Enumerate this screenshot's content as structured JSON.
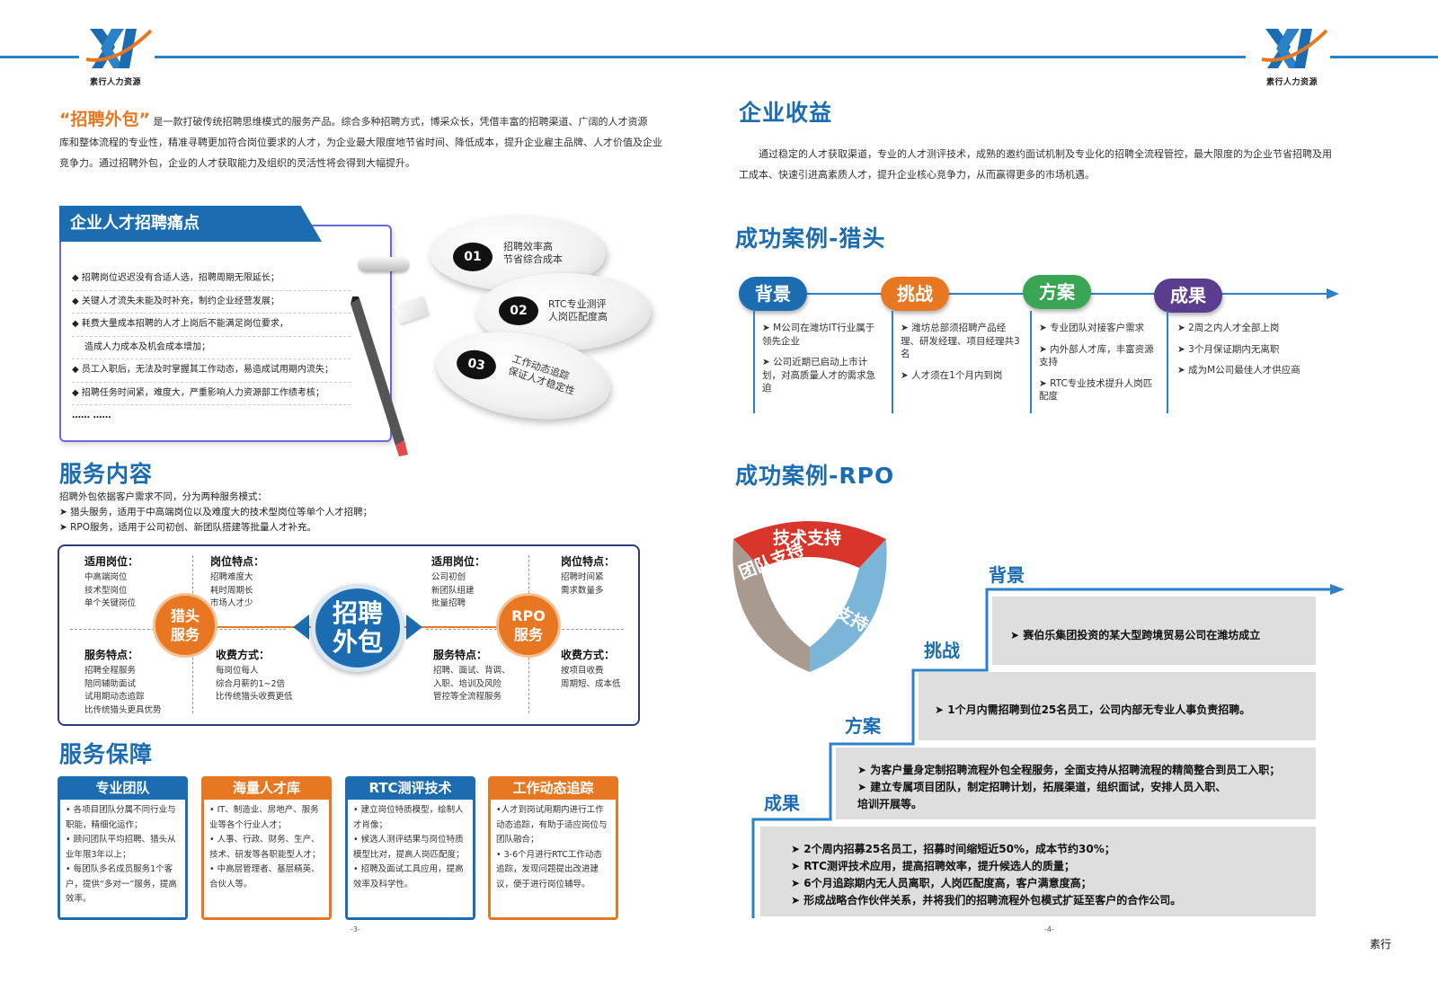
{
  "brand": {
    "name": "素行人力资源",
    "footer": "素行"
  },
  "colors": {
    "blue": "#1b6cb0",
    "orange": "#e87722",
    "green": "#3aa655",
    "purple": "#5b3d8f",
    "red": "#d9362b"
  },
  "left": {
    "intro_highlight": "“招聘外包”",
    "intro_lines": [
      "是一款打破传统招聘思维模式的服务产品。综合多种招聘方式，博采众长，凭借丰富的招聘渠道、广阔的人才资源",
      "库和整体流程的专业性，精准寻聘更加符合岗位要求的人才，为企业最大限度地节省时间、降低成本，提升企业雇主品牌、人才价值及企业",
      "竞争力。通过招聘外包，企业的人才获取能力及组织的灵活性将会得到大幅提升。"
    ],
    "pain": {
      "title": "企业人才招聘痛点",
      "items": [
        "◆ 招聘岗位迟迟没有合适人选，招聘周期无限延长；",
        "◆ 关键人才流失未能及时补充，制约企业经营发展；",
        "◆ 耗费大量成本招聘的人才上岗后不能满足岗位要求，",
        "    造成人力成本及机会成本增加；",
        "◆ 员工入职后，无法及时掌握其工作动态，易造成试用期内流失；",
        "◆ 招聘任务时间紧，难度大，严重影响人力资源部工作绩考核；",
        "…… ……"
      ]
    },
    "bubbles": [
      {
        "num": "01",
        "l1": "招聘效率高",
        "l2": "节省综合成本"
      },
      {
        "num": "02",
        "l1": "RTC专业测评",
        "l2": "人岗匹配度高"
      },
      {
        "num": "03",
        "l1": "工作动态追踪",
        "l2": "保证人才稳定性"
      }
    ],
    "service": {
      "title": "服务内容",
      "lines": [
        "招聘外包依据客户需求不同，分为两种服务模式：",
        "➤  猎头服务，适用于中高端岗位以及难度大的技术型岗位等单个人才招聘；",
        "➤  RPO服务，适用于公司初创、新团队搭建等批量人才补充。"
      ],
      "center_l1": "招聘",
      "center_l2": "外包",
      "hunter": {
        "l1": "猎头",
        "l2": "服务"
      },
      "rpo": {
        "l1": "RPO",
        "l2": "服务"
      },
      "h_apply_title": "适用岗位：",
      "h_apply": [
        "中高端岗位",
        "技术型岗位",
        "单个关键岗位"
      ],
      "h_feat_title": "岗位特点：",
      "h_feat": [
        "招聘难度大",
        "耗时周期长",
        "市场人才少"
      ],
      "h_svc_title": "服务特点：",
      "h_svc": [
        "招聘全程服务",
        "陪同辅助面试",
        "试用期动态追踪",
        "比传统猎头更具优势"
      ],
      "h_fee_title": "收费方式：",
      "h_fee": [
        "每岗位每人",
        "综合月薪的1~2倍",
        "比传统猎头收费更低"
      ],
      "r_apply_title": "适用岗位：",
      "r_apply": [
        "公司初创",
        "新团队组建",
        "批量招聘"
      ],
      "r_feat_title": "岗位特点：",
      "r_feat": [
        "招聘时间紧",
        "需求数量多"
      ],
      "r_svc_title": "服务特点：",
      "r_svc": [
        "招聘、面试、背调、",
        "入职、培训及风险",
        "管控等全流程服务"
      ],
      "r_fee_title": "收费方式：",
      "r_fee": [
        "按项目收费",
        "周期短、成本低"
      ]
    },
    "guarantee": {
      "title": "服务保障",
      "cards": [
        {
          "title": "专业团队",
          "color": "#1b6cb0",
          "body": [
            "• 各项目团队分属不同行业与职能，精细化运作；",
            "• 顾问团队平均招聘、猎头从业年限3年以上；",
            "• 每团队多名成员服务1个客户，提供“多对一”服务，提高效率。"
          ]
        },
        {
          "title": "海量人才库",
          "color": "#e87722",
          "body": [
            "• IT、制造业、房地产、服务业等各个行业人才；",
            "• 人事、行政、财务、生产、技术、研发等各职能型人才；",
            "• 中高层管理者、基层精英、合伙人等。"
          ]
        },
        {
          "title": "RTC测评技术",
          "color": "#1b6cb0",
          "body": [
            "• 建立岗位特质模型，绘制人才肖像；",
            "• 候选人测评结果与岗位特质模型比对，提高人岗匹配度；",
            "• 招聘及面试工具应用，提高效率及科学性。"
          ]
        },
        {
          "title": "工作动态追踪",
          "color": "#e87722",
          "body": [
            "•人才到岗试用期内进行工作动态追踪，有助于适应岗位与团队融合；",
            "• 3-6个月进行RTC工作动态追踪，发现问题提出改进建议，便于进行岗位辅导。"
          ]
        }
      ]
    },
    "page": "-3-"
  },
  "right": {
    "benefit": {
      "title": "企业收益",
      "lines": [
        "通过稳定的人才获取渠道，专业的人才测评技术，成熟的邀约面试机制及专业化的招聘全流程管控，最大限度的为企业节省招聘及用",
        "工成本、快速引进高素质人才，提升企业核心竞争力，从而赢得更多的市场机遇。"
      ]
    },
    "hunter_case": {
      "title": "成功案例-猎头",
      "cols": [
        {
          "label": "背景",
          "color": "#1b6cb0",
          "items": [
            "➤ M公司在潍坊IT行业属于领先企业",
            "➤ 公司近期已启动上市计划，对高质量人才的需求急迫"
          ]
        },
        {
          "label": "挑战",
          "color": "#e87722",
          "items": [
            "➤ 潍坊总部须招聘产品经理、研发经理、项目经理共3名",
            "➤ 人才须在1个月内到岗"
          ]
        },
        {
          "label": "方案",
          "color": "#3aa655",
          "items": [
            "➤ 专业团队对接客户需求",
            "➤ 内外部人才库，丰富资源支持",
            "➤ RTC专业技术提升人岗匹配度"
          ]
        },
        {
          "label": "成果",
          "color": "#5b3d8f",
          "items": [
            "➤ 2周之内人才全部上岗",
            "➤ 3个月保证期内无离职",
            "➤ 成为M公司最佳人才供应商"
          ]
        }
      ]
    },
    "rpo_case": {
      "title": "成功案例-RPO",
      "ring": {
        "top": "技术支持",
        "left": "团队支持",
        "right": "资源支持"
      },
      "steps": [
        {
          "label": "背景",
          "text": "➤  赛伯乐集团投资的某大型跨境贸易公司在潍坊成立"
        },
        {
          "label": "挑战",
          "text": "➤  1个月内需招聘到位25名员工，公司内部无专业人事负责招聘。"
        },
        {
          "label": "方案",
          "lines": [
            "➤  为客户量身定制招聘流程外包全程服务，全面支持从招聘流程的精简整合到员工入职；",
            "➤  建立专属项目团队，制定招聘计划，拓展渠道，组织面试，安排人员入职、",
            "     培训开展等。"
          ]
        },
        {
          "label": "成果",
          "lines": [
            "➤  2个周内招募25名员工，招募时间缩短近50%，成本节约30%；",
            "➤  RTC测评技术应用，提高招聘效率，提升候选人的质量；",
            "➤  6个月追踪期内无人员离职，人岗匹配度高，客户满意度高；",
            "➤  形成战略合作伙伴关系，并将我们的招聘流程外包模式扩延至客户的合作公司。"
          ]
        }
      ]
    },
    "page": "-4-"
  }
}
